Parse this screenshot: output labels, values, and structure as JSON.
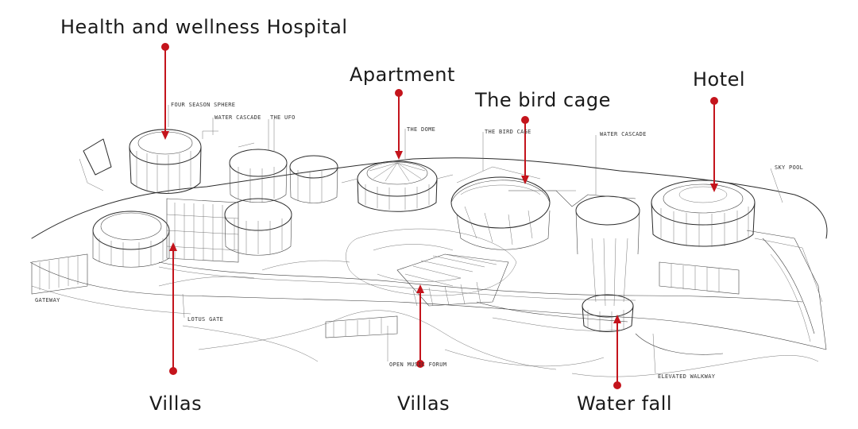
{
  "callouts": {
    "hospital": "Health and wellness Hospital",
    "apartment": "Apartment",
    "birdcage": "The bird cage",
    "hotel": "Hotel",
    "villas_left": "Villas",
    "villas_center": "Villas",
    "waterfall": "Water fall"
  },
  "notes": {
    "four_season_sphere": "FOUR SEASON SPHERE",
    "water_cascade_1": "WATER CASCADE",
    "the_ufo": "THE UFO",
    "the_dome": "THE DOME",
    "the_bird_cage": "THE BIRD CAGE",
    "water_cascade_2": "WATER CASCADE",
    "sky_pool": "SKY POOL",
    "lotus_gate": "LOTUS GATE",
    "open_music_forum": "OPEN MUSIC FORUM",
    "elevated_walkway": "ELEVATED WALKWAY",
    "left_gate": "GATEWAY"
  },
  "colors": {
    "marker": "#c4141c",
    "ink": "#2a2a2a",
    "background": "#ffffff"
  }
}
